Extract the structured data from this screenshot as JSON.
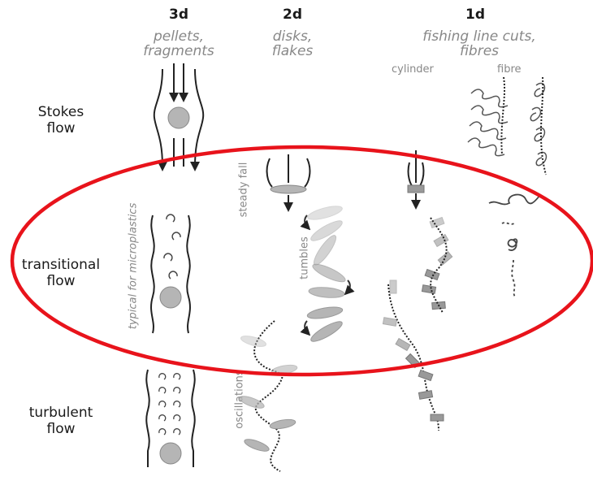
{
  "columns": [
    {
      "head": "3d",
      "sub1": "pellets,",
      "sub2": "fragments"
    },
    {
      "head": "2d",
      "sub1": "disks,",
      "sub2": "flakes"
    },
    {
      "head": "1d",
      "sub1": "fishing line cuts,",
      "sub2": "fibres"
    }
  ],
  "subcolumns": {
    "cylinder": "cylinder",
    "fibre": "fibre"
  },
  "rows": [
    {
      "line1": "Stokes",
      "line2": "flow"
    },
    {
      "line1": "transitional",
      "line2": "flow"
    },
    {
      "line1": "turbulent",
      "line2": "flow"
    }
  ],
  "annotations": {
    "steady_fall": "steady fall",
    "tumbles": "tumbles",
    "oscillations": "oscillations",
    "typical": "typical for microplastics"
  },
  "colors": {
    "highlight": "#e8131b",
    "shape": "#b5b5b5",
    "line": "#222222"
  }
}
